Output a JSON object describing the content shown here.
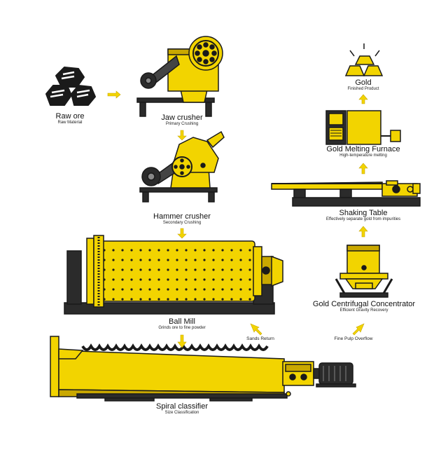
{
  "colors": {
    "machine": "#F2D400",
    "machine_dark": "#C9A800",
    "outline": "#1A1A1A",
    "arrow": "#F2D400",
    "base": "#2B2B2B"
  },
  "steps": {
    "raw_ore": {
      "title": "Raw ore",
      "subtitle": "Raw Material",
      "icon": "ore-rocks-icon"
    },
    "jaw_crusher": {
      "title": "Jaw crusher",
      "subtitle": "Primary Crushing"
    },
    "hammer_crusher": {
      "title": "Hammer crusher",
      "subtitle": "Secondary Crushing"
    },
    "ball_mill": {
      "title": "Ball Mill",
      "subtitle": "Grinds ore to fine powder"
    },
    "spiral_classifier": {
      "title": "Spiral classifier",
      "subtitle": "Size Classification"
    },
    "centrifugal": {
      "title": "Gold Centrifugal Concentrator",
      "subtitle": "Efficient Gravity Recovery"
    },
    "shaking_table": {
      "title": "Shaking Table",
      "subtitle": "Effectively separate gold from impurities"
    },
    "furnace": {
      "title": "Gold Melting Furnace",
      "subtitle": "High-temperature melting"
    },
    "gold": {
      "title": "Gold",
      "subtitle": "Finished Product",
      "icon": "gold-bars-icon"
    }
  },
  "flows": {
    "sands_return": "Sands Return",
    "fine_pulp_overflow": "Fine Pulp Overflow"
  }
}
